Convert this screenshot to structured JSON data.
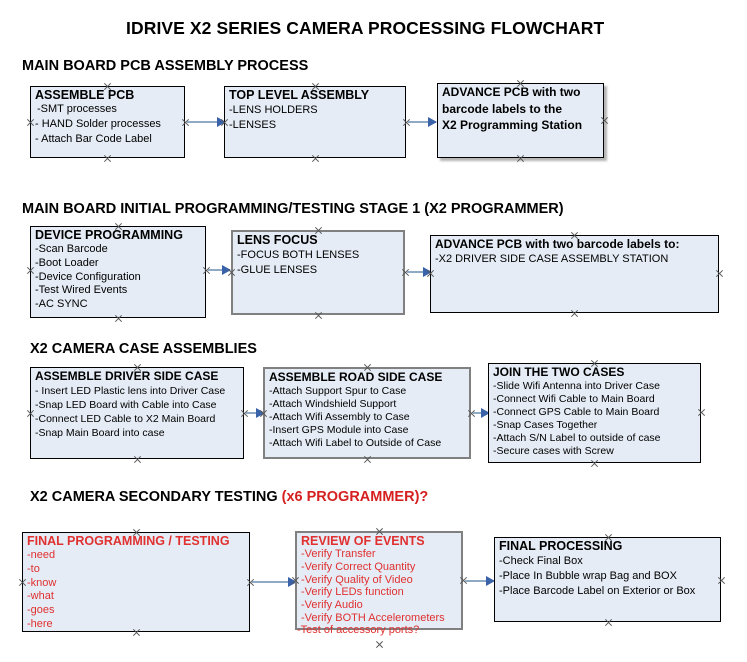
{
  "document": {
    "title": "IDRIVE X2  SERIES CAMERA PROCESSING FLOWCHART"
  },
  "sections": [
    {
      "id": "main-board-pcb-assembly",
      "title": "MAIN BOARD PCB ASSEMBLY PROCESS",
      "title_red_suffix": "",
      "boxes": [
        {
          "id": "assemble-pcb",
          "heading": "ASSEMBLE PCB",
          "lines": [
            "-SMT processes",
            "- HAND Solder processes",
            "- Attach Bar Code Label"
          ]
        },
        {
          "id": "top-level-assembly",
          "heading": "TOP LEVEL ASSEMBLY",
          "lines": [
            "-LENS HOLDERS",
            "-LENSES"
          ]
        },
        {
          "id": "advance-pcb-to-x2-programming-station",
          "heading": "ADVANCE PCB with two",
          "lines": [
            "barcode labels to the",
            " X2 Programming Station"
          ]
        }
      ]
    },
    {
      "id": "main-board-initial-programming",
      "title": "MAIN BOARD INITIAL PROGRAMMING/TESTING STAGE 1 (X2 PROGRAMMER)",
      "title_red_suffix": "",
      "boxes": [
        {
          "id": "device-programming",
          "heading": "DEVICE PROGRAMMING",
          "lines": [
            "-Scan Barcode",
            "-Boot Loader",
            "-Device Configuration",
            "-Test Wired Events",
            "-AC SYNC"
          ]
        },
        {
          "id": "lens-focus",
          "heading": "LENS FOCUS",
          "lines": [
            "-FOCUS BOTH LENSES",
            "-GLUE LENSES"
          ]
        },
        {
          "id": "advance-pcb-to-driver-side-case",
          "heading": "ADVANCE PCB with two barcode labels to:",
          "lines": [
            "-X2 DRIVER  SIDE  CASE  ASSEMBLY STATION"
          ]
        }
      ]
    },
    {
      "id": "x2-camera-case-assemblies",
      "title": "X2 CAMERA CASE ASSEMBLIES",
      "title_red_suffix": "",
      "boxes": [
        {
          "id": "assemble-driver-side-case",
          "heading": "ASSEMBLE DRIVER SIDE CASE",
          "lines": [
            "- Insert LED Plastic lens into Driver Case",
            "-Snap LED Board with Cable into Case",
            "-Connect LED Cable to X2 Main Board",
            "-Snap Main Board into case"
          ]
        },
        {
          "id": "assemble-road-side-case",
          "heading": "ASSEMBLE ROAD SIDE CASE",
          "lines": [
            "-Attach Support Spur to Case",
            "-Attach Windshield Support",
            "-Attach Wifi Assembly to Case",
            "-Insert GPS Module into Case",
            "-Attach Wifi Label to Outside of Case"
          ]
        },
        {
          "id": "join-the-two-cases",
          "heading": "JOIN THE TWO CASES",
          "lines": [
            "-Slide Wifi Antenna into Driver Case",
            "-Connect Wifi Cable to Main Board",
            "-Connect GPS Cable to Main Board",
            "-Snap Cases Together",
            "-Attach S/N Label to outside of case",
            "-Secure cases with Screw"
          ]
        }
      ]
    },
    {
      "id": "x2-camera-secondary-testing",
      "title": "X2 CAMERA SECONDARY TESTING ",
      "title_red_suffix": "(x6 PROGRAMMER)?",
      "boxes": [
        {
          "id": "final-programming-testing",
          "heading": "FINAL PROGRAMMING / TESTING",
          "lines": [
            "-need",
            "-to",
            "-know",
            "-what",
            "-goes",
            "-here"
          ]
        },
        {
          "id": "review-of-events",
          "heading": "REVIEW OF EVENTS",
          "lines": [
            "-Verify Transfer",
            "-Verify Correct Quantity",
            "-Verify Quality of Video",
            "-Verify LEDs function",
            "-Verify Audio",
            "-Verify BOTH Accelerometers",
            "-Test of accessory ports?"
          ]
        },
        {
          "id": "final-processing",
          "heading": "FINAL PROCESSING",
          "lines": [
            " -Check Final Box",
            "-Place In Bubble wrap Bag and BOX",
            "-Place Barcode Label on Exterior or Box"
          ]
        }
      ]
    }
  ],
  "colors": {
    "box_fill": "#e5ecf5",
    "box_border": "#000000",
    "box_border_gray": "#808080",
    "connector": "#8faac4",
    "arrowhead": "#3a62a8",
    "red_text": "#e03030",
    "title_red": "#d61f1f"
  }
}
